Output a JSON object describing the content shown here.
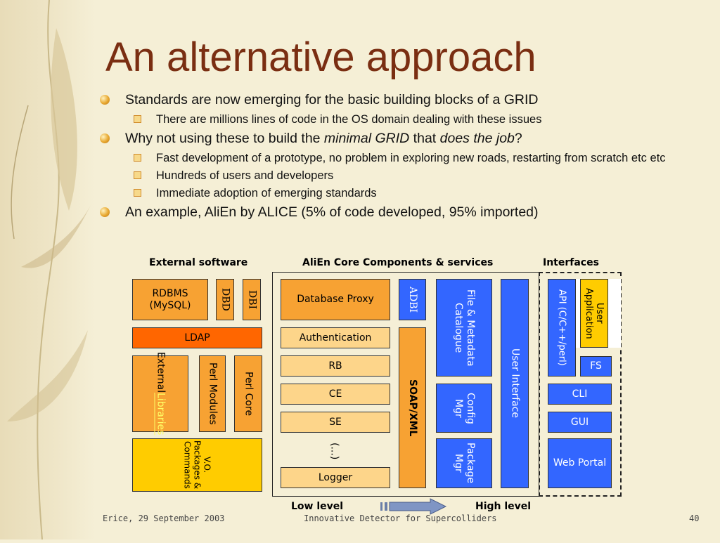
{
  "slide": {
    "title": "An alternative approach",
    "bullets": [
      {
        "level": 1,
        "text": "Standards are now emerging for the basic building blocks of a GRID"
      },
      {
        "level": 2,
        "text": "There are millions lines of code in the OS domain dealing with these issues"
      },
      {
        "level": 1,
        "pre": "Why not using these to build the ",
        "em1": "minimal GRID",
        "mid": " that ",
        "em2": "does the job",
        "post": "?"
      },
      {
        "level": 2,
        "text": "Fast development of a prototype, no problem in exploring new roads, restarting from scratch etc etc"
      },
      {
        "level": 2,
        "text": "Hundreds of users and developers"
      },
      {
        "level": 2,
        "text": "Immediate adoption of emerging standards"
      },
      {
        "level": 1,
        "text": "An example, AliEn by ALICE (5% of code developed, 95% imported)"
      }
    ]
  },
  "diagram": {
    "headers": {
      "external": "External software",
      "core": "AliEn Core Components & services",
      "interfaces": "Interfaces"
    },
    "external": {
      "rdbms": "RDBMS (MySQL)",
      "dbd": "DBD",
      "dbi": "DBI",
      "ldap": "LDAP",
      "ext_libs_1": "External",
      "ext_libs_2": "Libraries",
      "perl_modules": "Perl Modules",
      "perl_core": "Perl Core",
      "vo_packages": "V.O. Packages & Commands"
    },
    "core": {
      "db_proxy": "Database Proxy",
      "adbi": "ADBI",
      "authentication": "Authentication",
      "rb": "RB",
      "ce": "CE",
      "se": "SE",
      "ellipsis": "(...)",
      "logger": "Logger",
      "soap_xml": "SOAP/XML",
      "file_catalogue": "File & Metadata Catalogue",
      "config_mgr": "Config Mgr",
      "package_mgr": "Package Mgr",
      "user_interface": "User Interface"
    },
    "interfaces": {
      "api": "API (C/C++/perl)",
      "user_app": "User Application",
      "fs": "FS",
      "cli": "CLI",
      "gui": "GUI",
      "web_portal": "Web Portal"
    },
    "level": {
      "low": "Low level",
      "high": "High level"
    }
  },
  "footer": {
    "left": "Erice, 29 September 2003",
    "center": "Innovative Detector for Supercolliders",
    "page": "40"
  },
  "colors": {
    "title": "#7a2e12",
    "light_orange": "#f7a233",
    "light_yellow": "#fdd58a",
    "red_orange": "#ff6600",
    "yellow": "#ffcc00",
    "blue": "#3366ff"
  }
}
